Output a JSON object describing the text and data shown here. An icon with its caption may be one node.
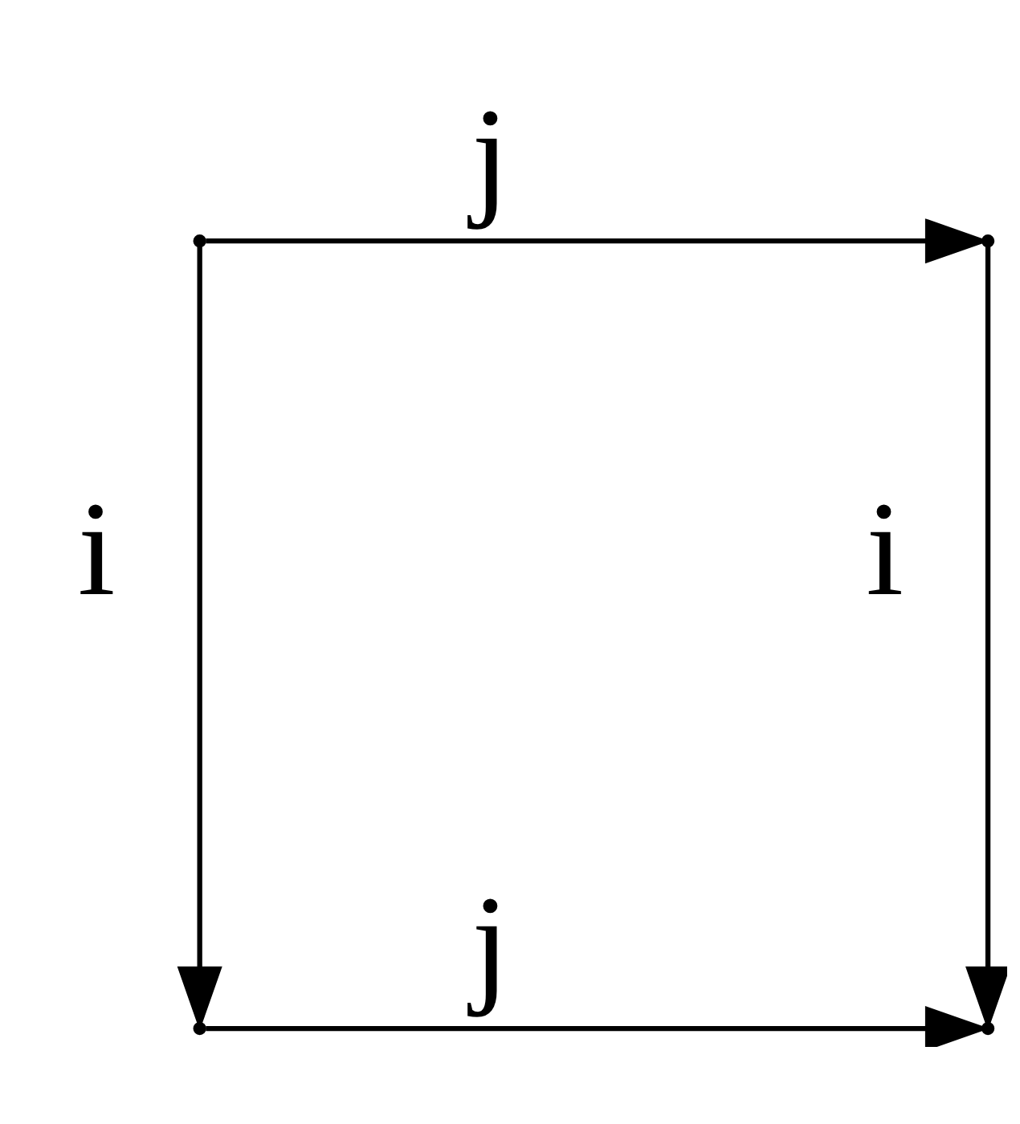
{
  "diagram": {
    "nodes": [
      {
        "text": [],
        "shape": "point"
      },
      {
        "text": [],
        "shape": "point"
      },
      {
        "text": [],
        "shape": "point"
      },
      {
        "text": [],
        "shape": "point"
      }
    ],
    "edges": [
      {
        "from": 0,
        "to": 1,
        "arrow": "to",
        "label": "j"
      },
      {
        "from": 0,
        "to": 2,
        "arrow": "to",
        "label": "i"
      },
      {
        "from": 1,
        "to": 3,
        "arrow": "to",
        "label": "i"
      },
      {
        "from": 2,
        "to": 3,
        "arrow": "to",
        "label": "j"
      }
    ]
  }
}
